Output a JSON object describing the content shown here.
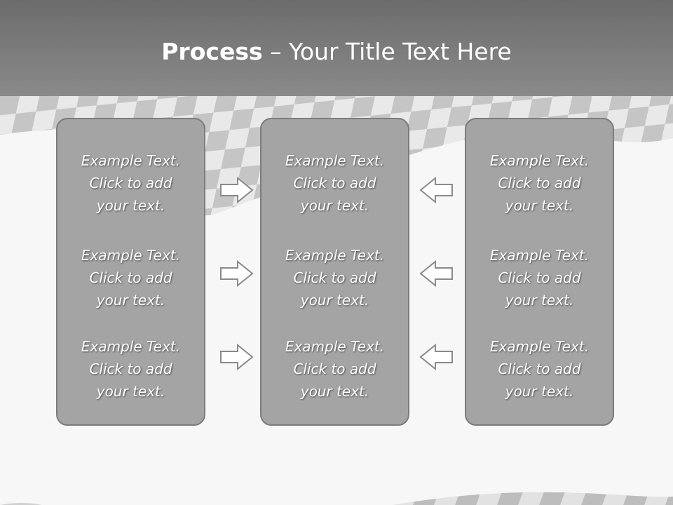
{
  "slide": {
    "title_bold": "Process",
    "title_rest": " – Your Title Text Here"
  },
  "columns": [
    {
      "items": [
        "Example Text.\nClick  to add\nyour text.",
        "Example Text.\nClick  to add\nyour text.",
        "Example Text.\nClick  to add\nyour text."
      ]
    },
    {
      "items": [
        "Example Text.\nClick  to add\nyour text.",
        "Example Text.\nClick  to add\nyour text.",
        "Example Text.\nClick  to add\nyour text."
      ]
    },
    {
      "items": [
        "Example Text.\nClick  to add\nyour text.",
        "Example Text.\nClick  to add\nyour text.",
        "Example Text.\nClick  to add\nyour text."
      ]
    }
  ],
  "arrows": {
    "left_to_center": "right-arrow-icon",
    "right_to_center": "left-arrow-icon"
  },
  "colors": {
    "header": "#7a7a7a",
    "box": "#a4a4a4",
    "box_border": "#7c7c7c",
    "background": "#f7f7f7"
  }
}
